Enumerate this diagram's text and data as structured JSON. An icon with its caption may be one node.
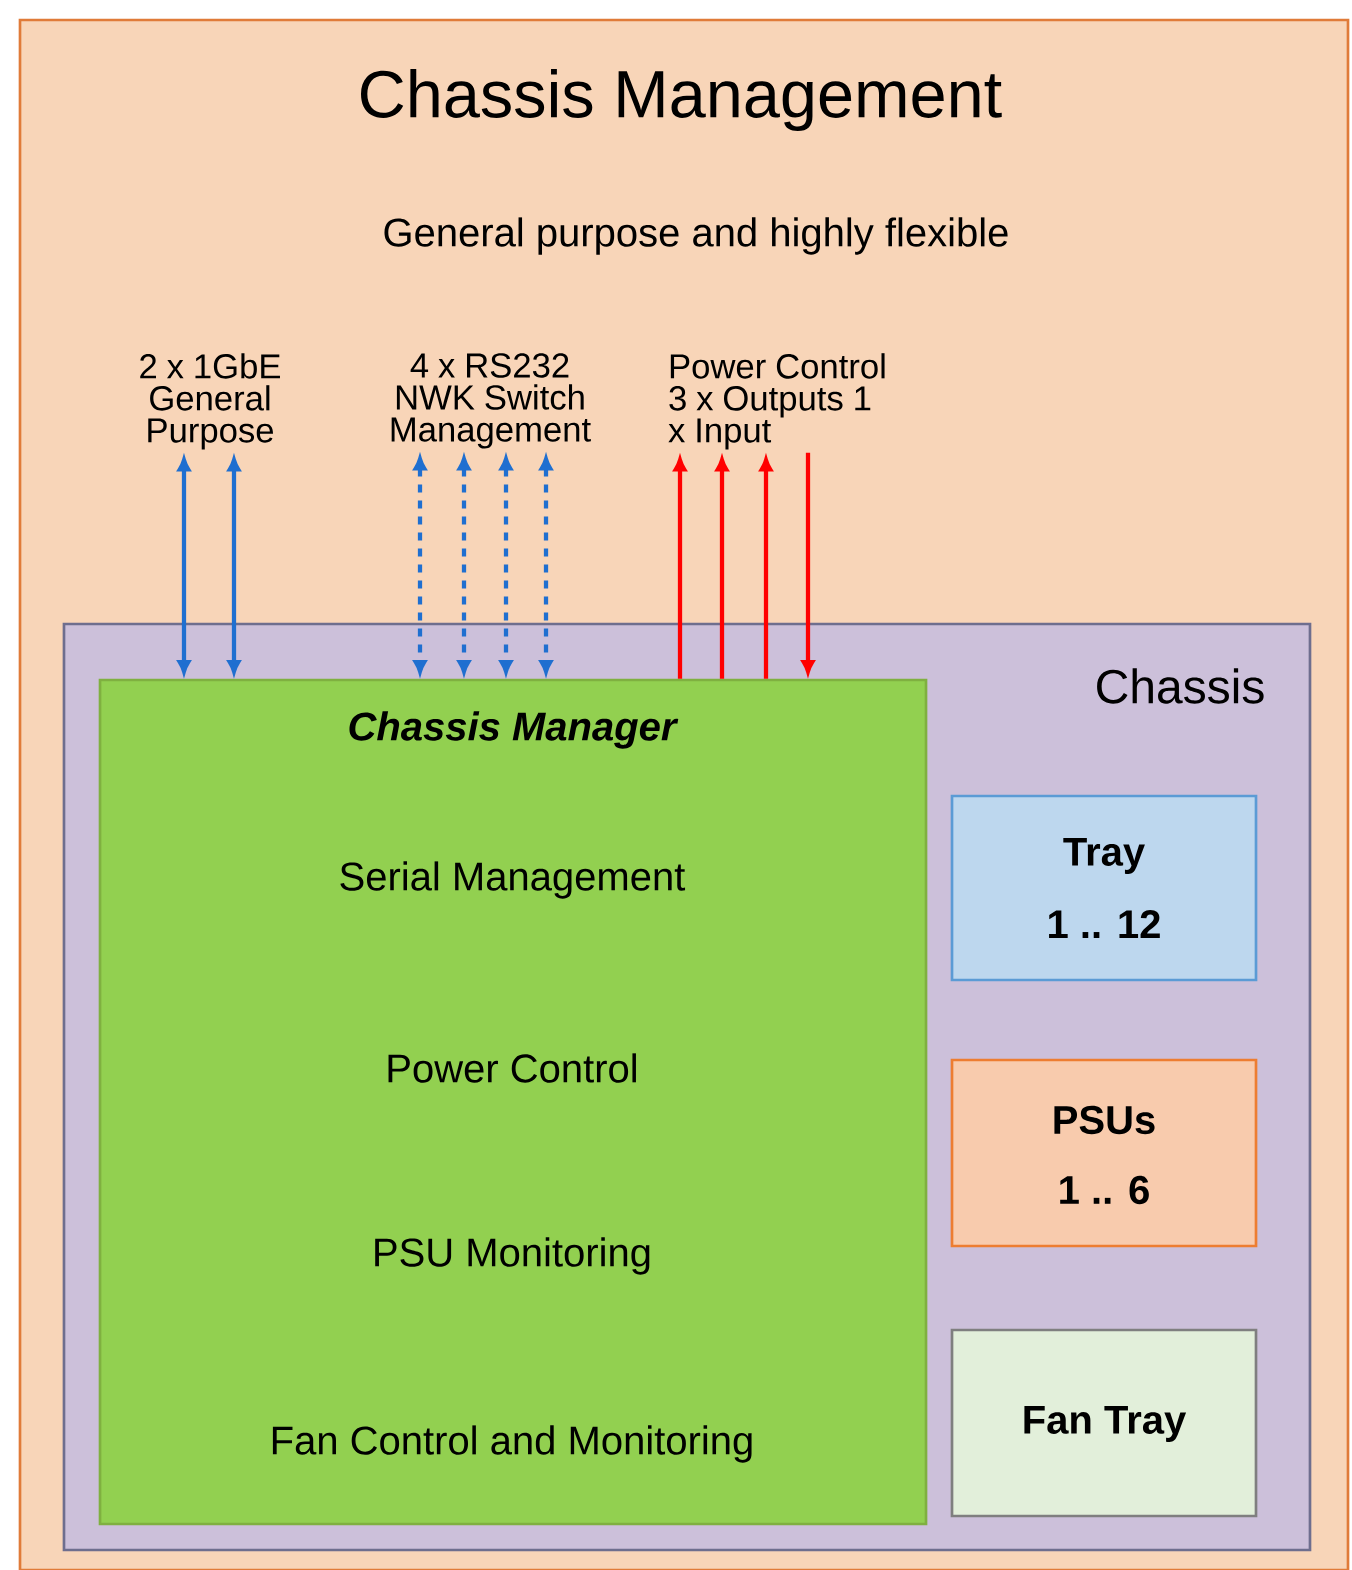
{
  "diagram": {
    "nodes": [
      {
        "text": [
          "Chassis Management",
          "General purpose and highly flexible"
        ]
      },
      {
        "text": [
          "2 x 1GbE General Purpose"
        ],
        "in": 0
      },
      {
        "text": [
          "4 x RS232 NWK Switch Management"
        ],
        "in": 0
      },
      {
        "text": [
          "Power Control 3 x Outputs 1 x Input"
        ],
        "in": 0
      },
      {
        "text": [
          "Chassis"
        ],
        "in": 0
      },
      {
        "text": [
          "Chassis Manager",
          "Serial Management",
          "Power Control",
          "PSU Monitoring",
          "Fan Control and Monitoring"
        ],
        "in": 4
      },
      {
        "text": [
          "Tray",
          "1 .. 12"
        ],
        "in": 4
      },
      {
        "text": [
          "PSUs",
          "1 .. 6"
        ],
        "in": 4
      },
      {
        "text": [
          "Fan Tray"
        ],
        "in": 4
      }
    ],
    "edges": [
      {
        "from": 1,
        "to": 5,
        "arrow": "both"
      },
      {
        "from": 1,
        "to": 5,
        "arrow": "both"
      },
      {
        "from": 2,
        "to": 5,
        "arrow": "both",
        "style": "dashed"
      },
      {
        "from": 2,
        "to": 5,
        "arrow": "both",
        "style": "dashed"
      },
      {
        "from": 2,
        "to": 5,
        "arrow": "both",
        "style": "dashed"
      },
      {
        "from": 2,
        "to": 5,
        "arrow": "both",
        "style": "dashed"
      },
      {
        "from": 5,
        "to": 3,
        "arrow": "to",
        "color": "#ff0000"
      },
      {
        "from": 5,
        "to": 3,
        "arrow": "to",
        "color": "#ff0000"
      },
      {
        "from": 5,
        "to": 3,
        "arrow": "to",
        "color": "#ff0000"
      },
      {
        "from": 3,
        "to": 5,
        "arrow": "to",
        "color": "#ff0000"
      }
    ]
  }
}
